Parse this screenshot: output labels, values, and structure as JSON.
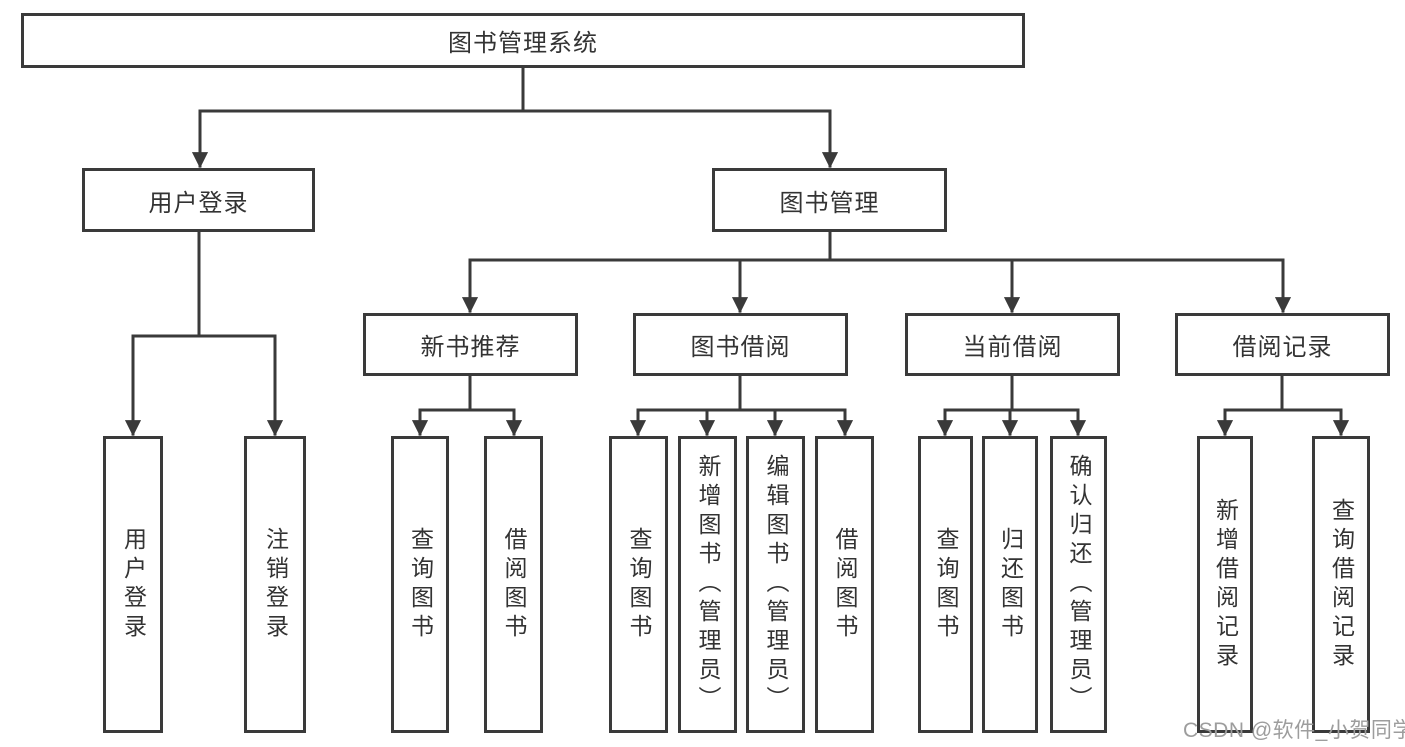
{
  "diagram_title": "图书管理系统",
  "nodes": {
    "root": {
      "label": "图书管理系统"
    },
    "userLogin": {
      "label": "用户登录"
    },
    "bookManagement": {
      "label": "图书管理"
    },
    "userLoginLeaf": {
      "label": "用户登录"
    },
    "logoutLeaf": {
      "label": "注销登录"
    },
    "newBookRecommend": {
      "label": "新书推荐"
    },
    "bookBorrow": {
      "label": "图书借阅"
    },
    "currentBorrow": {
      "label": "当前借阅"
    },
    "borrowRecords": {
      "label": "借阅记录"
    },
    "queryBooksRec": {
      "label": "查询图书"
    },
    "borrowBooksRec": {
      "label": "借阅图书"
    },
    "queryBooksBorrow": {
      "label": "查询图书"
    },
    "addBooks": {
      "label": "新增图书（管理员）"
    },
    "editBooks": {
      "label": "编辑图书（管理员）"
    },
    "borrowBooksBorrow": {
      "label": "借阅图书"
    },
    "queryBooksCurrent": {
      "label": "查询图书"
    },
    "returnBooks": {
      "label": "归还图书"
    },
    "confirmReturn": {
      "label": "确认归还（管理员）"
    },
    "addBorrowRecord": {
      "label": "新增借阅记录"
    },
    "queryBorrowRecord": {
      "label": "查询借阅记录"
    }
  },
  "watermark": "CSDN @软件_小贺同学",
  "colors": {
    "line": "#3a3a3a",
    "text": "#333333",
    "watermark": "#9d9d9d",
    "background": "#ffffff"
  }
}
